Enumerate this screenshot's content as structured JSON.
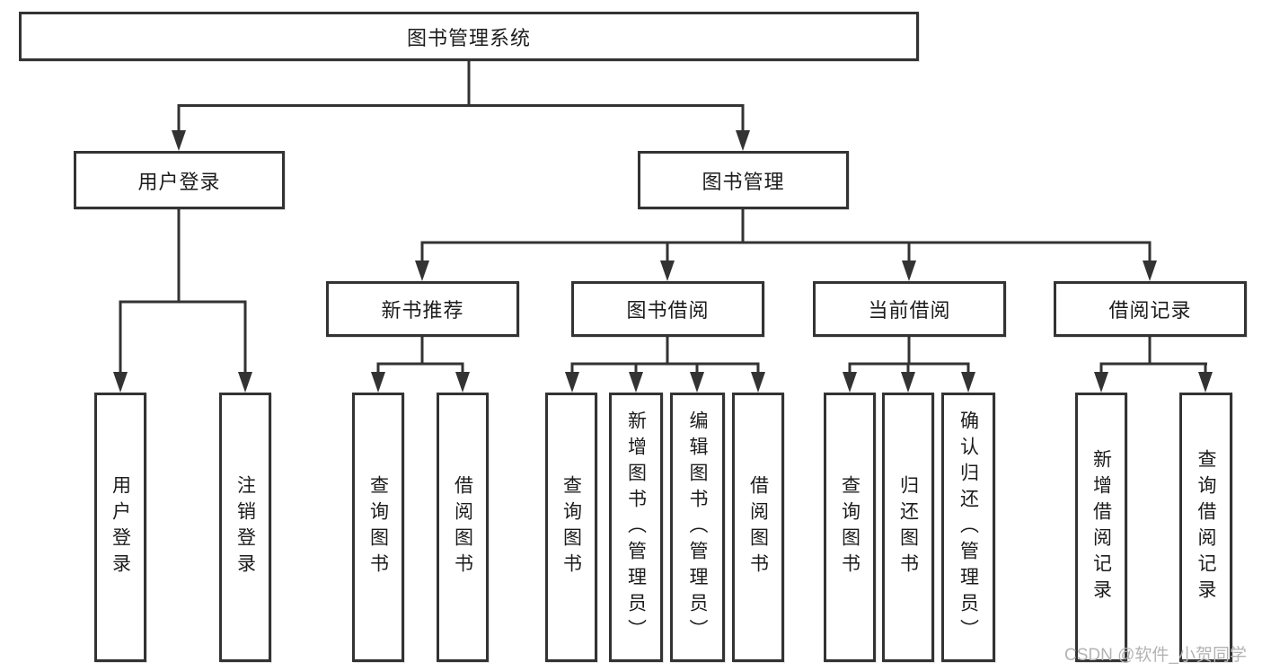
{
  "root": {
    "label": "图书管理系统"
  },
  "level2": {
    "user_login": {
      "label": "用户登录"
    },
    "book_management": {
      "label": "图书管理"
    }
  },
  "groups": {
    "user_login": {
      "leaves": [
        "用户登录",
        "注销登录"
      ]
    },
    "new_books": {
      "label": "新书推荐",
      "leaves": [
        "查询图书",
        "借阅图书"
      ]
    },
    "book_borrow": {
      "label": "图书借阅",
      "leaves": [
        "查询图书",
        "新增图书（管理员）",
        "编辑图书（管理员）",
        "借阅图书"
      ]
    },
    "current_borrow": {
      "label": "当前借阅",
      "leaves": [
        "查询图书",
        "归还图书",
        "确认归还（管理员）"
      ]
    },
    "borrow_records": {
      "label": "借阅记录",
      "leaves": [
        "新增借阅记录",
        "查询借阅记录"
      ]
    }
  },
  "watermark": "CSDN @软件_小贺同学",
  "colors": {
    "line": "#333333",
    "text": "#1c1c1c",
    "watermark": "#b3b3b3",
    "background": "#ffffff"
  }
}
